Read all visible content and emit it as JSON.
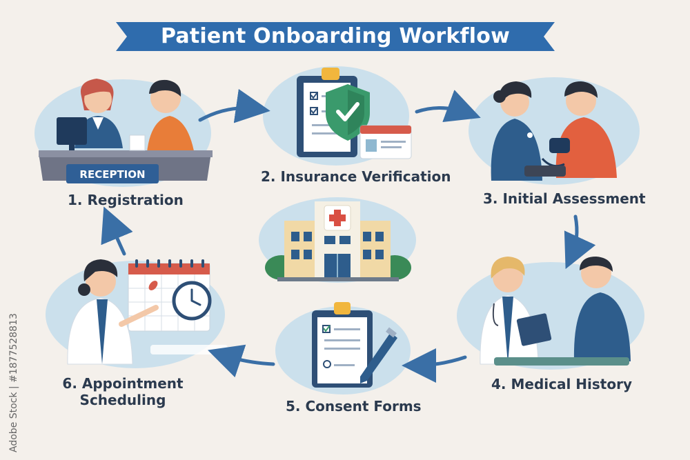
{
  "title": "Patient Onboarding Workflow",
  "reception_sign": "RECEPTION",
  "steps": [
    {
      "label": "1. Registration"
    },
    {
      "label": "2. Insurance Verification"
    },
    {
      "label": "3. Initial Assessment"
    },
    {
      "label": "4. Medical History"
    },
    {
      "label": "5. Consent Forms"
    },
    {
      "label": "6. Appointment",
      "label2": "Scheduling"
    }
  ],
  "watermark": "Adobe Stock | #1877528813",
  "colors": {
    "banner": "#2f6cad",
    "arrow": "#3a6fa6",
    "blob": "#cbe0ec",
    "text": "#2b3a4e",
    "background": "#f4f0eb"
  }
}
